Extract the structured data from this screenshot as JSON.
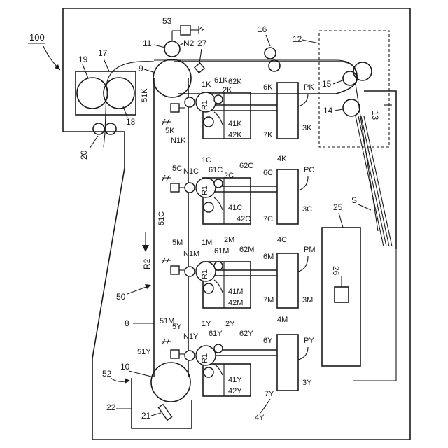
{
  "figure": {
    "ref_number": "100",
    "refs": {
      "r8": "8",
      "r9": "9",
      "r10": "10",
      "r11": "11",
      "r12": "12",
      "r13": "13",
      "r14": "14",
      "r15": "15",
      "r16": "16",
      "r17": "17",
      "r18": "18",
      "r19": "19",
      "r20": "20",
      "r21": "21",
      "r22": "22",
      "r25": "25",
      "r26": "26",
      "r27": "27",
      "r50": "50",
      "r52": "52",
      "r53": "53",
      "n2": "N2",
      "s": "S",
      "r2": "R2"
    },
    "stations": {
      "k": {
        "r1": "R1",
        "l1": "1K",
        "l2": "2K",
        "l3": "3K",
        "l4": "4K",
        "l5": "5K",
        "l6": "6K",
        "l7": "7K",
        "l41": "41K",
        "l42": "42K",
        "l51": "51K",
        "l61": "61K",
        "l62": "62K",
        "n1": "N1K",
        "p": "PK"
      },
      "c": {
        "r1": "R1",
        "l1": "1C",
        "l2": "2C",
        "l3": "3C",
        "l4": "4C",
        "l5": "5C",
        "l6": "6C",
        "l7": "7C",
        "l41": "41C",
        "l42": "42C",
        "l51": "51C",
        "l61": "61C",
        "l62": "62C",
        "n1": "N1C",
        "p": "PC"
      },
      "m": {
        "r1": "R1",
        "l1": "1M",
        "l2": "2M",
        "l3": "3M",
        "l4": "4M",
        "l5": "5M",
        "l6": "6M",
        "l7": "7M",
        "l41": "41M",
        "l42": "42M",
        "l51": "51M",
        "l61": "61M",
        "l62": "62M",
        "n1": "N1M",
        "p": "PM"
      },
      "y": {
        "r1": "R1",
        "l1": "1Y",
        "l2": "2Y",
        "l3": "3Y",
        "l4": "4Y",
        "l5": "5Y",
        "l6": "6Y",
        "l7": "7Y",
        "l41": "41Y",
        "l42": "42Y",
        "l51": "51Y",
        "l61": "61Y",
        "l62": "62Y",
        "n1": "N1Y",
        "p": "PY"
      }
    }
  }
}
